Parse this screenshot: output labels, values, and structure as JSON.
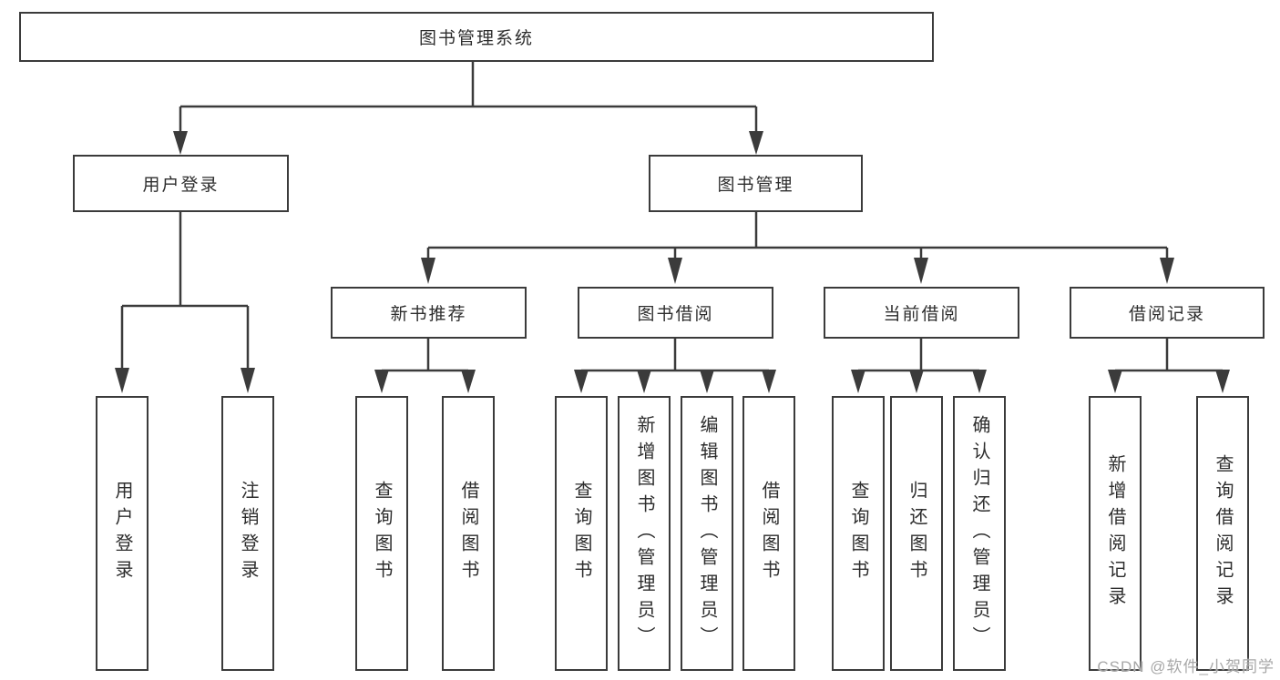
{
  "tree": {
    "root": {
      "label": "图书管理系统",
      "children": [
        {
          "label": "用户登录",
          "children": [
            {
              "label": "用户登录"
            },
            {
              "label": "注销登录"
            }
          ]
        },
        {
          "label": "图书管理",
          "children": [
            {
              "label": "新书推荐",
              "children": [
                {
                  "label": "查询图书"
                },
                {
                  "label": "借阅图书"
                }
              ]
            },
            {
              "label": "图书借阅",
              "children": [
                {
                  "label": "查询图书"
                },
                {
                  "label": "新增图书（管理员）"
                },
                {
                  "label": "编辑图书（管理员）"
                },
                {
                  "label": "借阅图书"
                }
              ]
            },
            {
              "label": "当前借阅",
              "children": [
                {
                  "label": "查询图书"
                },
                {
                  "label": "归还图书"
                },
                {
                  "label": "确认归还（管理员）"
                }
              ]
            },
            {
              "label": "借阅记录",
              "children": [
                {
                  "label": "新增借阅记录"
                },
                {
                  "label": "查询借阅记录"
                }
              ]
            }
          ]
        }
      ]
    }
  },
  "watermark": {
    "text": "CSDN @软件_小贺同学"
  },
  "colors": {
    "line": "#3b3b3b",
    "box_border": "#3b3b3b",
    "box_background": "#ffffff",
    "text": "#2d2d2d",
    "watermark": "#a8a8a8",
    "background": "#ffffff"
  }
}
